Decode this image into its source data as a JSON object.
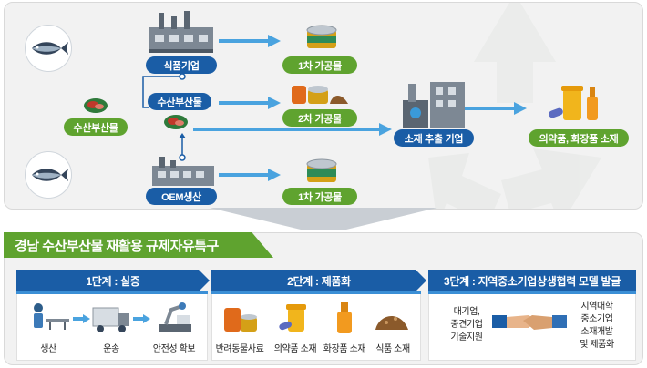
{
  "flow": {
    "food_company": "식품기업",
    "byproduct_mid": "수산부산물",
    "byproduct_left": "수산부산물",
    "oem": "OEM생산",
    "primary_top": "1차 가공물",
    "secondary": "2차 가공물",
    "primary_bottom": "1차 가공물",
    "extraction": "소재 추출 기업",
    "pharma": "의약품, 화장품 소재"
  },
  "zone": {
    "title": "경남 수산부산물 재활용 규제자유특구",
    "stages": [
      {
        "label": "1단계 : 실증",
        "items": [
          "생산",
          "운송",
          "안전성 확보"
        ]
      },
      {
        "label": "2단계 : 제품화",
        "items": [
          "반려동물사료",
          "의약품 소재",
          "화장품 소재",
          "식품 소재"
        ]
      },
      {
        "label": "3단계 : 지역중소기업상생협력 모델 발굴",
        "left_text": [
          "대기업,",
          "중견기업",
          "기술지원"
        ],
        "right_text": [
          "지역대학",
          "중소기업",
          "소재개발",
          "및 제품화"
        ]
      }
    ]
  },
  "colors": {
    "blue": "#1a5da6",
    "green": "#5fa32f",
    "arrow": "#4aa3df"
  }
}
